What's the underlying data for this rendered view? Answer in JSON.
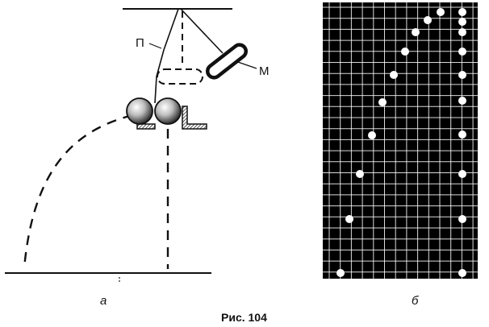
{
  "figure": {
    "caption": "Рис. 104",
    "panels": [
      {
        "id": "a",
        "label": "а"
      },
      {
        "id": "b",
        "label": "б"
      }
    ],
    "labels": {
      "thread": "П",
      "magnet": "М"
    }
  },
  "colors": {
    "ink": "#111111",
    "photo_background": "#000000",
    "grid": "#ffffff",
    "balls": "#ffffff"
  }
}
